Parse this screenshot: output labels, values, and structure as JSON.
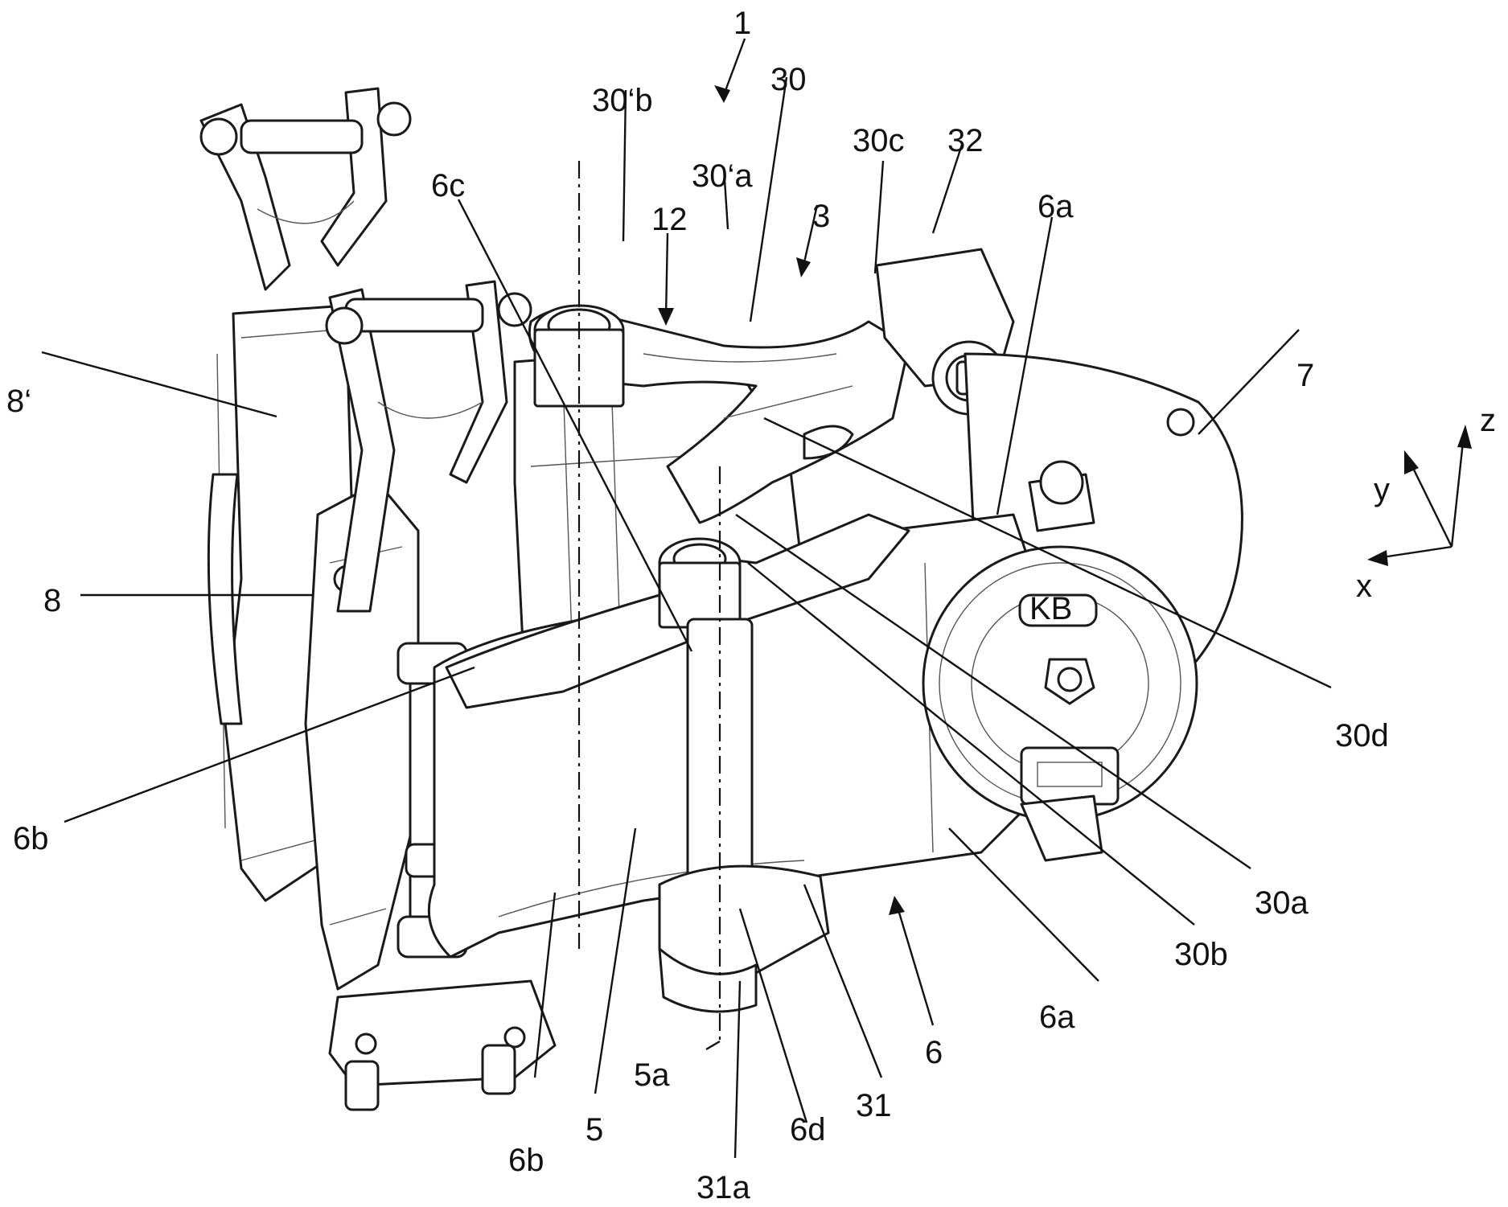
{
  "labels": {
    "assembly": "1",
    "crossbar_upper": "30",
    "crossbar_upper_end_b": "30‘b",
    "crossbar_upper_end_a": "30‘a",
    "crossbar_upper_c": "30c",
    "crossbar_upper_d": "30d",
    "crossbar_upper_a": "30a",
    "crossbar_upper_b": "30b",
    "bracket_32": "32",
    "frame_3": "3",
    "arrow_12": "12",
    "lever_6c": "6c",
    "lever_6a_top": "6a",
    "lever_6a_bottom": "6a",
    "lever_6b_left": "6b",
    "lever_6b_bottom": "6b",
    "lever_6d": "6d",
    "lever_6": "6",
    "cylinder_7": "7",
    "pad_8": "8",
    "pad_8prime": "8‘",
    "shaft_5": "5",
    "axis_5a": "5a",
    "crossbar_lower_31": "31",
    "crossbar_lower_31a": "31a"
  },
  "axes": {
    "z": "z",
    "y": "y",
    "x": "x"
  },
  "icons": {
    "brake_logo": "knorr-logo-icon",
    "coordinate_system": "xyz-axes-icon"
  }
}
